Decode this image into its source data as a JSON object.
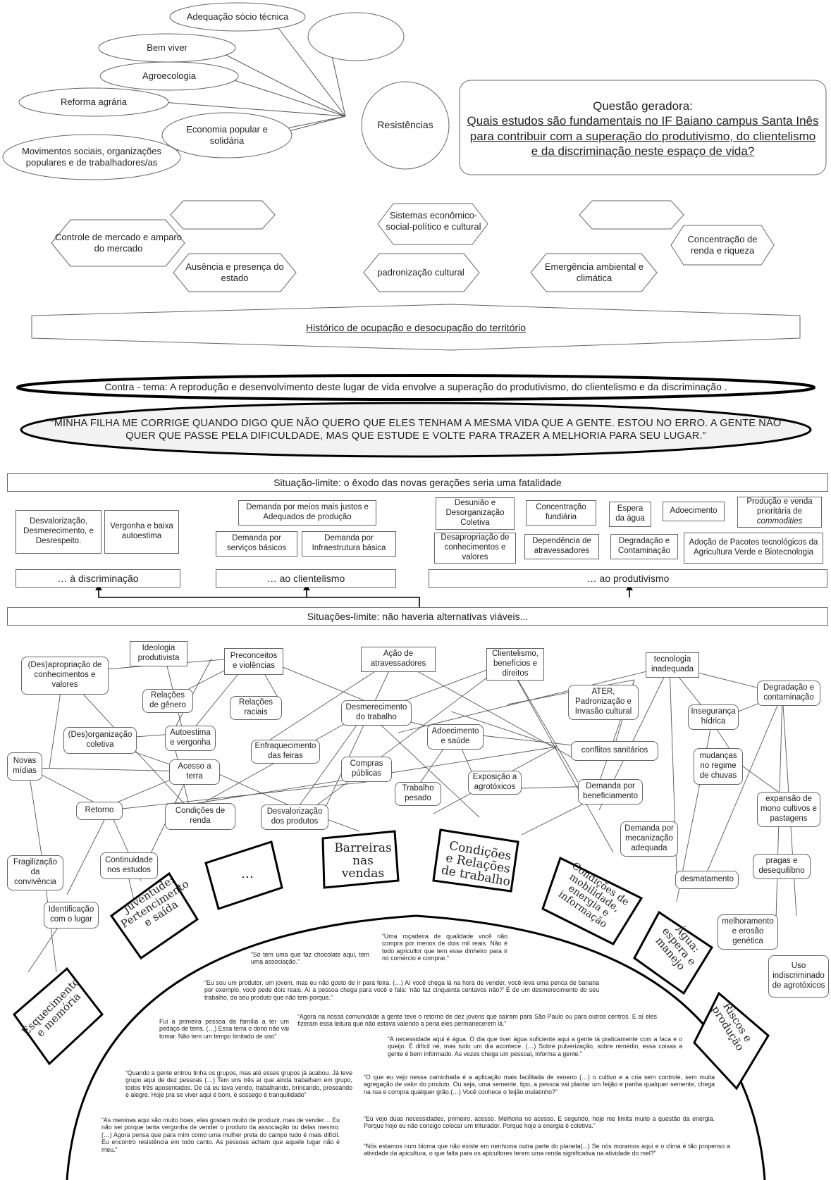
{
  "top": {
    "ellipses": [
      "Adequação sócio técnica",
      "",
      "Bem viver",
      "Agroecologia",
      "Reforma agrária",
      "Economia popular e solidária",
      "Movimentos sociais, organizações populares e de trabalhadores/as"
    ],
    "resistencias": "Resistências",
    "questao_label": "Questão geradora:",
    "questao_text": "Quais estudos são fundamentais no IF Baiano campus Santa Inês para contribuir com a superação do produtivismo, do clientelismo e da discriminação neste espaço de vida?"
  },
  "hex": {
    "center": "Sistemas econômico-social-político e cultural",
    "left_top": "",
    "right_top": "",
    "controle": "Controle de mercado e amparo do mercado",
    "ausencia": "Ausência e presença do estado",
    "padronizacao": "padronização cultural",
    "emergencia": "Emergência ambiental e climática",
    "concentracao": "Concentração de renda e riqueza",
    "historico": "Histórico de ocupação e desocupação do território"
  },
  "contra_tema": "Contra - tema: A reprodução e desenvolvimento deste lugar de vida envolve a superação do produtivismo, do clientelismo e da discriminação .",
  "citacao_principal": "“MINHA FILHA ME CORRIGE QUANDO DIGO QUE NÃO QUERO QUE ELES TENHAM A MESMA VIDA QUE A GENTE. ESTOU NO ERRO. A GENTE NÃO QUER QUE PASSE PELA DIFICULDADE, MAS QUE ESTUDE E VOLTE PARA TRAZER A MELHORIA PARA SEU LUGAR.”",
  "situacao_limite": {
    "title": "Situação-limite: o êxodo das novas gerações seria uma fatalidade",
    "bottom": "Situações-limite: não haveria alternativas viáveis...",
    "discriminacao": "… à discriminação",
    "clientelismo": "… ao clientelismo",
    "produtivismo": "… ao produtivismo",
    "boxes": {
      "desvalorizacao": "Desvalorização, Desmerecimento, e Desrespeito.",
      "vergonha": "Vergonha e baixa autoestima",
      "demanda_meios": "Demanda por meios mais justos e Adequados de produção",
      "demanda_servicos": "Demanda por serviços básicos",
      "demanda_infra": "Demanda por Infraestrutura básica",
      "desuniao": "Desunião e Desorganização Coletiva",
      "concentracao_fundiaria": "Concentração fundiária",
      "espera_agua": "Espera da água",
      "adoecimento": "Adoecimento",
      "producao_venda": "Produção e venda prioritária de",
      "commodities": "commodities",
      "desapropriacao": "Desapropriação de conhecimentos e valores",
      "dependencia": "Dependência de atravessadores",
      "degradacao": "Degradação e Contaminação",
      "adocao": "Adoção de Pacotes tecnológicos da Agricultura Verde e Biotecnologia"
    }
  },
  "web": {
    "ideologia": "Ideologia produtivista",
    "preconceitos": "Preconceitos e violências",
    "acao_atravessadores": "Ação de atravessadores",
    "clientelismo": "Clientelismo, benefícios e direitos",
    "tecnologia": "tecnologia inadequada",
    "desapropriacao": "(Des)apropriação de conhecimentos e valores",
    "relacoes_genero": "Relações de gênero",
    "relacoes_raciais": "Relações raciais",
    "ater": "ATER, Padronização e Invasão cultural",
    "degradacao": "Degradação e contaminação",
    "desmerecimento": "Desmerecimento do trabalho",
    "inseguranca": "Insegurança hídrica",
    "desorganizacao": "(Des)organização coletiva",
    "autoestima": "Autoestima e vergonha",
    "adoecimento": "Adoecimento e saúde",
    "enfraquecimento": "Enfraquecimento das feiras",
    "conflitos": "conflitos sanitários",
    "mudancas": "mudanças no regime de chuvas",
    "novas_midias": "Novas mídias",
    "acesso_terra": "Acesso a terra",
    "compras": "Compras públicas",
    "exposicao": "Exposição a agrotóxicos",
    "trabalho_pesado": "Trabalho pesado",
    "demanda_benef": "Demanda por beneficiamento",
    "expansao": "expansão de mono cultivos e pastagens",
    "retorno": "Retorno",
    "condicoes_renda": "Condições de renda",
    "desvalorizacao": "Desvalorização dos produtos",
    "demanda_mec": "Demanda por mecanização adequada",
    "fragilizacao": "Fragilização da convivência",
    "continuidade": "Continuidade nos estudos",
    "pragas": "pragas e desequilíbrio",
    "desmatamento": "desmatamento",
    "identificacao": "Identificação com o lugar",
    "melhoramento": "melhoramento e erosão genética",
    "uso": "Uso indiscriminado de agrotóxicos"
  },
  "arc": {
    "esquecimento": "Esquecimento e memória",
    "juventude": "Juventude: Pertencimento e saída",
    "reticencias": "…",
    "barreiras": "Barreiras nas vendas",
    "condicoes_trabalho": "Condições e Relações de trabalho",
    "mobilidade": "Condições de mobilidade, energia e informação",
    "agua": "Água: espera e manejo",
    "riscos": "Riscos e produção"
  },
  "quotes": {
    "q1": "“Só tem uma que faz chocolate aqui, tem uma associação.”",
    "q2": "“Uma roçadeira de qualidade você não compra por menos de dois mil reais. Não é todo agricultor que tem esse dinheiro para ir no comércio e comprar.”",
    "q3": "“Eu sou um produtor, um jovem, mas eu não gosto de ir para feira. (…) Aí você chega lá na hora de vender, você leva uma penca de banana por exemplo, você pede dois reais. Aí a pessoa chega para você e fala: ‘não faz cinquenta centavos não?’ É de um desmerecimento do seu trabalho, do seu produto que não tem porque.”",
    "q4": "Fui a primeira pessoa da família a ter um pedaço de terra. (…) Essa terra o dono não vai tomar. Não tem um tempo limitado de uso”",
    "q5": "“Agora na nossa comunidade a gente teve o retorno de dez jovens que saíram para São Paulo ou para outros centros. E aí eles fizeram essa leitura que não estava valendo a pena eles permanecerem lá.”",
    "q6": "“A necessidade aqui é água. O dia que tiver água suficiente aqui a gente tá praticamente com a faca e o queijo. É difícil né, mas tudo um dia acontece. (…) Sobre pulverização, sobre remédio, essa coisas a gente é bem informado. As vezes chega um pessoal, informa a gente.”",
    "q7": "“Quando a gente entrou tinha os grupos, mas até esses grupos já acabou. Já teve grupo aqui de dez pessoas (…) Tem uns três aí que ainda trabalham em grupo, todos três aposentados. De cá eu tava vendo, trabalhando, brincando, proseando e alegre. Hoje pra se viver aqui é bom, é sossego é tranquilidade”",
    "q8": "“O que eu vejo nessa caminhada é a aplicação mais facilitada de veneno (…) o cultivo e a cria sem controle, sem muita agregação de valor do produto. Ou seja, uma semente, tipo, a pessoa vai plantar um feijão e panha qualquer semente, chega na rua e compra qualquer grão.(…) Você conhece o feijão mulatinho?”",
    "q9": "“As meninas aqui são muito boas, elas gostam muito de produzir, mas de vender… Eu não sei porque tanta vergonha de vender o produto da associação ou delas mesmo. (…) Agora pensa que para mim como uma mulher preta do campo tudo é mais difícil. Eu encontro resistência em todo canto. As pessoas acham que aquele lugar não é meu.”",
    "q10": "“Eu vejo duas necessidades, primeiro, acesso. Melhoria no acesso. E segundo, hoje me limita muito a questão da energia. Porque hoje eu não consigo colocar um triturador. Porque hoje a energia é coletiva.”",
    "q11": "“Nós estamos num bioma que não existe em nenhuma outra parte do planeta(...) Se nós moramos aqui e o clima é tão propenso a atividade da apicultura, o que falta para os apicultores terem uma renda significativa na atividade do mel?”"
  }
}
